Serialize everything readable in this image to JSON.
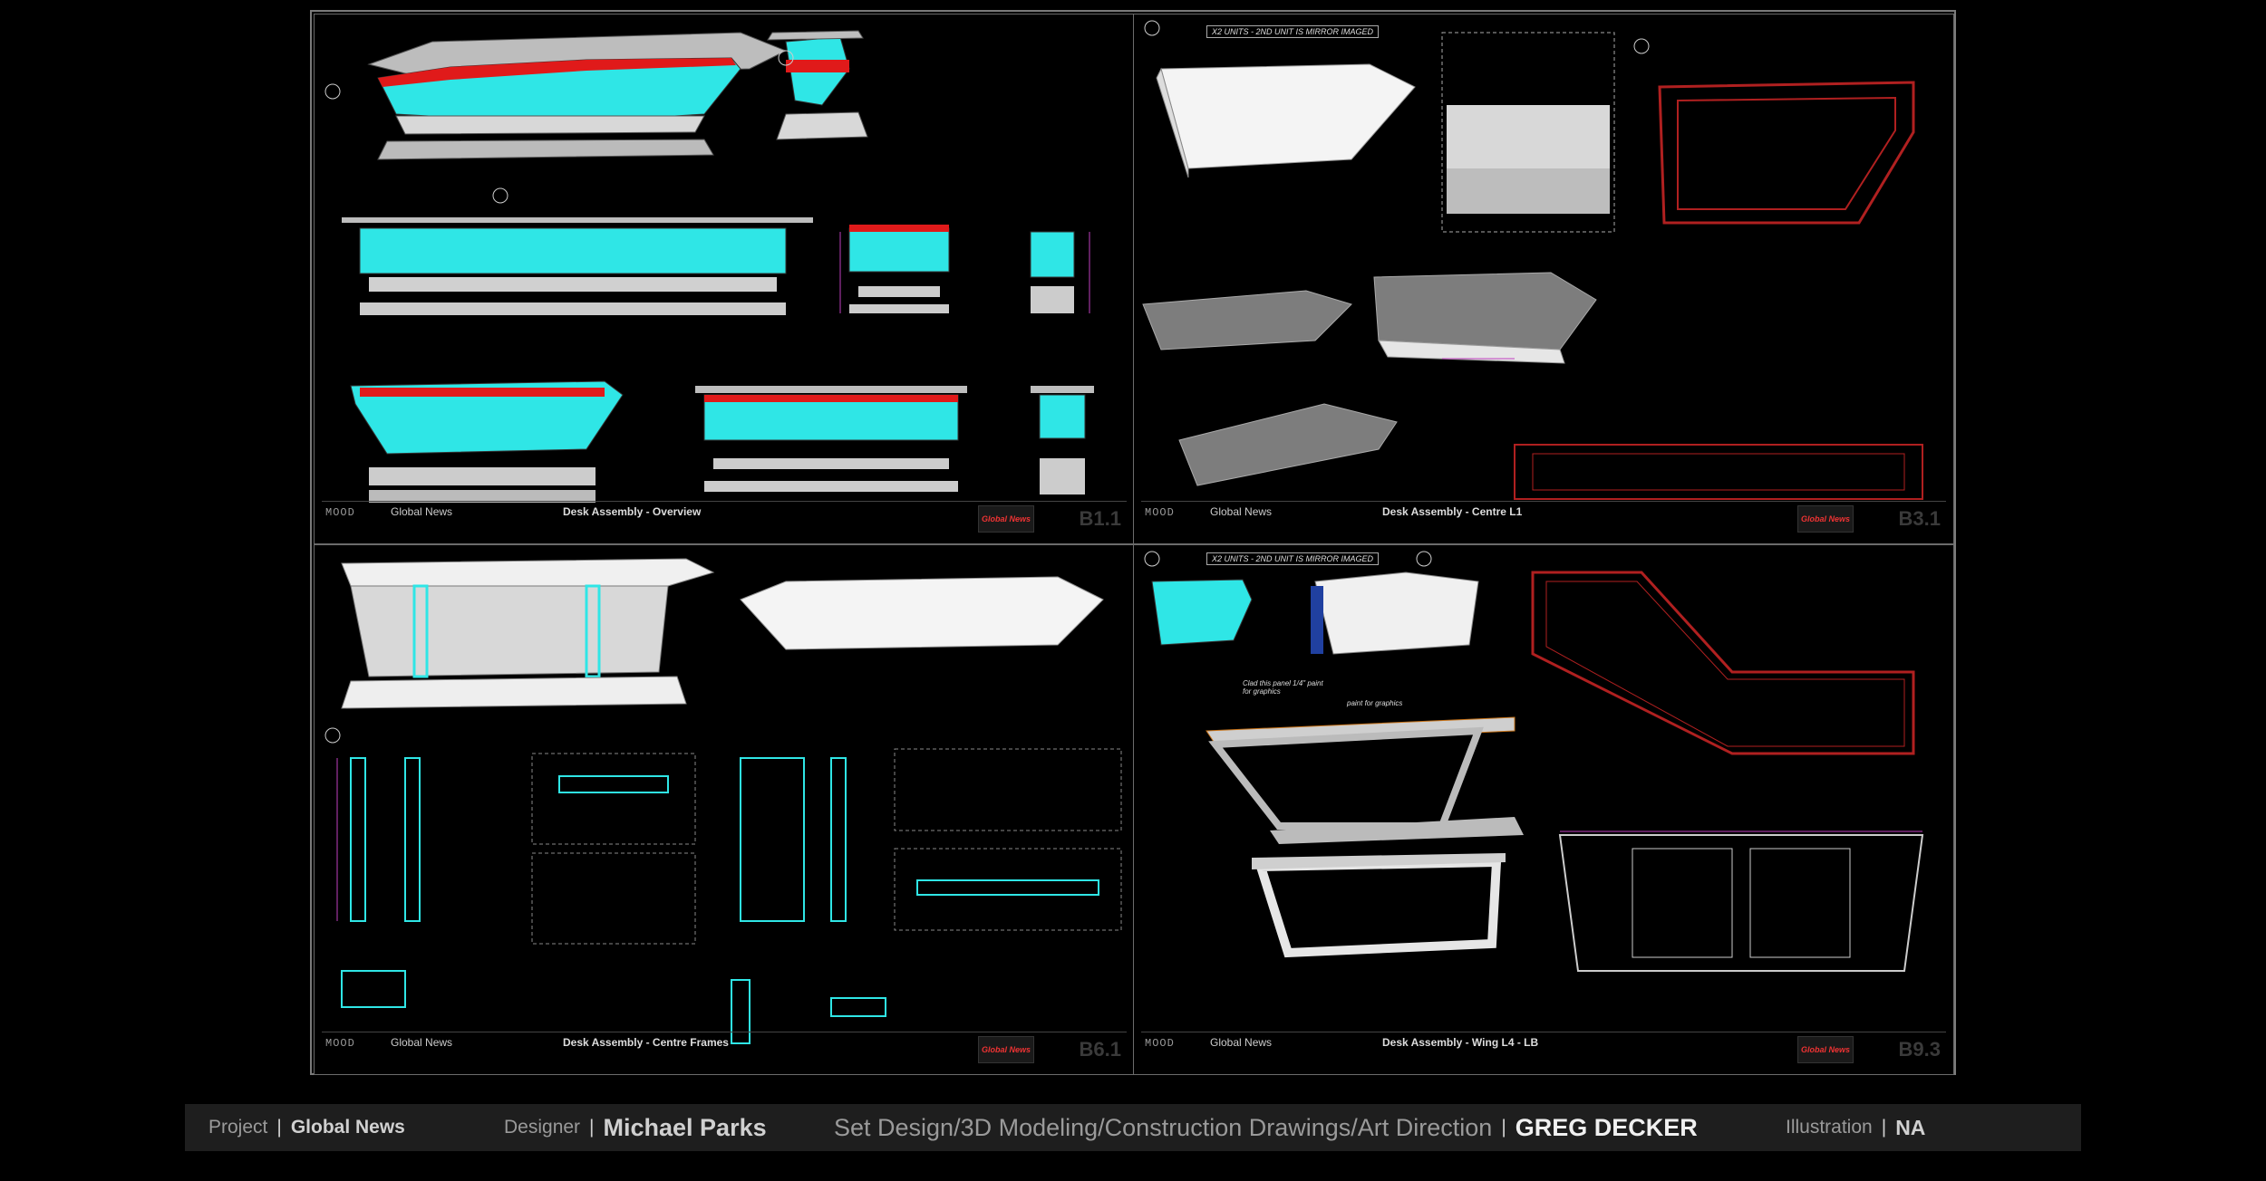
{
  "sheets": [
    {
      "client": "Global News",
      "title": "Desk Assembly - Overview",
      "number": "B1.1",
      "logo": "MOOD",
      "badge": "Global News"
    },
    {
      "client": "Global News",
      "title": "Desk Assembly - Centre L1",
      "number": "B3.1",
      "logo": "MOOD",
      "badge": "Global News"
    },
    {
      "client": "Global News",
      "title": "Desk Assembly - Centre Frames",
      "number": "B6.1",
      "logo": "MOOD",
      "badge": "Global News"
    },
    {
      "client": "Global News",
      "title": "Desk Assembly - Wing L4 - LB",
      "number": "B9.3",
      "logo": "MOOD",
      "badge": "Global News"
    }
  ],
  "notes": {
    "mirror_b3": "X2 UNITS - 2ND UNIT IS MIRROR IMAGED",
    "mirror_b9": "X2 UNITS - 2ND UNIT IS MIRROR IMAGED",
    "paint_graphics": "paint for graphics",
    "clad_panel": "Clad this panel 1/4\" paint for graphics"
  },
  "footer": {
    "project_label": "Project",
    "project_value": "Global News",
    "designer_label": "Designer",
    "designer_value": "Michael Parks",
    "role_label": "Set Design/3D Modeling/Construction Drawings/Art Direction",
    "role_value": "GREG DECKER",
    "illustration_label": "Illustration",
    "illustration_value": "NA"
  },
  "colors": {
    "cyan": "#2fe6e6",
    "red": "#e01a1a",
    "panel": "#cfcfcf",
    "dim": "#c040c0",
    "plan": "#b02020"
  }
}
